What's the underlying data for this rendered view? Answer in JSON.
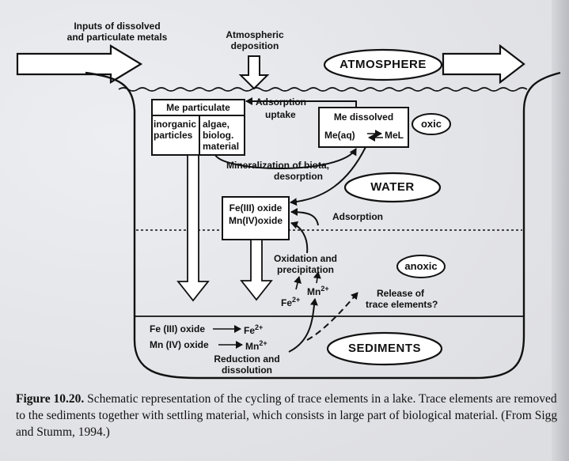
{
  "diagram": {
    "inputs": [
      "Inputs of dissolved",
      "and particulate metals"
    ],
    "atmospheric": [
      "Atmospheric",
      "deposition"
    ],
    "atmosphere": "ATMOSPHERE",
    "water": "WATER",
    "sediments": "SEDIMENTS",
    "oxic": "oxic",
    "anoxic": "anoxic",
    "me_particulate": "Me particulate",
    "inorganic": [
      "inorganic",
      "particles"
    ],
    "algae": [
      "algae,",
      "biolog.",
      "material"
    ],
    "adsorption_uptake": [
      "Adsorption",
      "uptake"
    ],
    "me_dissolved": "Me dissolved",
    "me_aq": "Me(aq)",
    "mel": "MeL",
    "mineralization": [
      "Mineralization of biota,",
      "desorption"
    ],
    "fe_oxide": "Fe(III) oxide",
    "mn_oxide": "Mn(IV)oxide",
    "adsorption": "Adsorption",
    "oxidation": [
      "Oxidation and",
      "precipitation"
    ],
    "fe_ion": "Fe",
    "mn_ion": "Mn",
    "charge": "2+",
    "release": [
      "Release of",
      "trace elements?"
    ],
    "sed_fe": "Fe (III) oxide",
    "sed_mn": "Mn (IV) oxide",
    "sed_fe_ion": "Fe",
    "sed_mn_ion": "Mn",
    "reduction": [
      "Reduction and",
      "dissolution"
    ]
  },
  "caption": {
    "label": "Figure 10.20.",
    "text": "Schematic representation of the cycling of trace elements in a lake. Trace elements are removed to the sediments together with settling material, which consists in large part of biological material. (From Sigg and Stumm, 1994.)"
  }
}
